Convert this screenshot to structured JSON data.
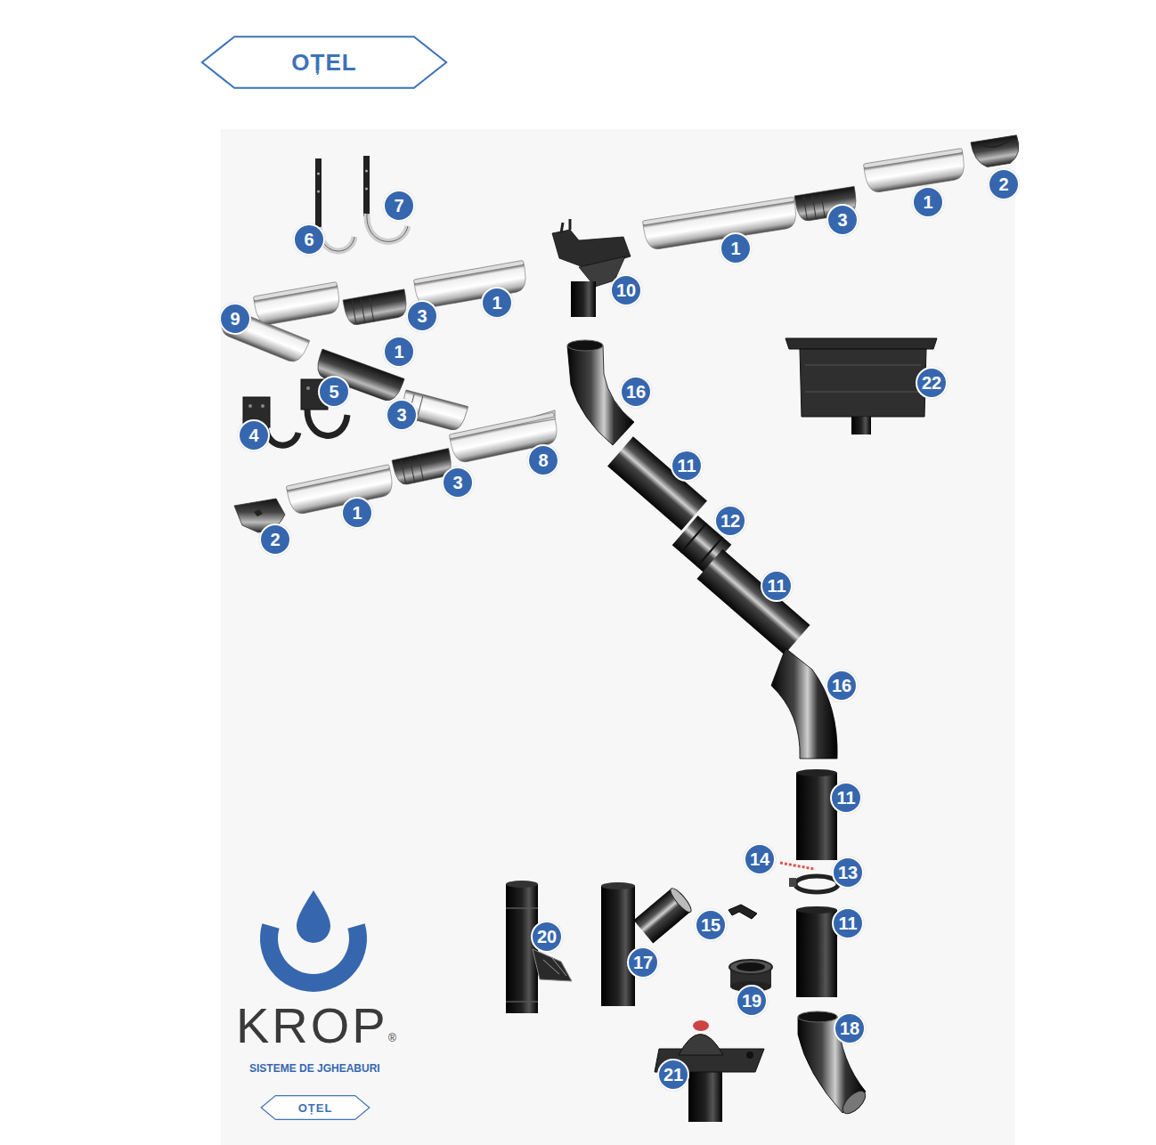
{
  "diagram": {
    "nodes": [
      {
        "text": [
          "OȚEL"
        ]
      },
      {
        "text": [
          "OȚEL"
        ]
      }
    ],
    "labels": [
      "2",
      "1",
      "7",
      "3",
      "6",
      "1",
      "10",
      "1",
      "3",
      "9",
      "1",
      "22",
      "16",
      "5",
      "3",
      "4",
      "8",
      "11",
      "3",
      "1",
      "12",
      "2",
      "11",
      "16",
      "11",
      "14",
      "13",
      "11",
      "15",
      "20",
      "17",
      "19",
      "18",
      "21",
      "KROP",
      "®",
      "SISTEME DE JGHEABURI"
    ]
  }
}
